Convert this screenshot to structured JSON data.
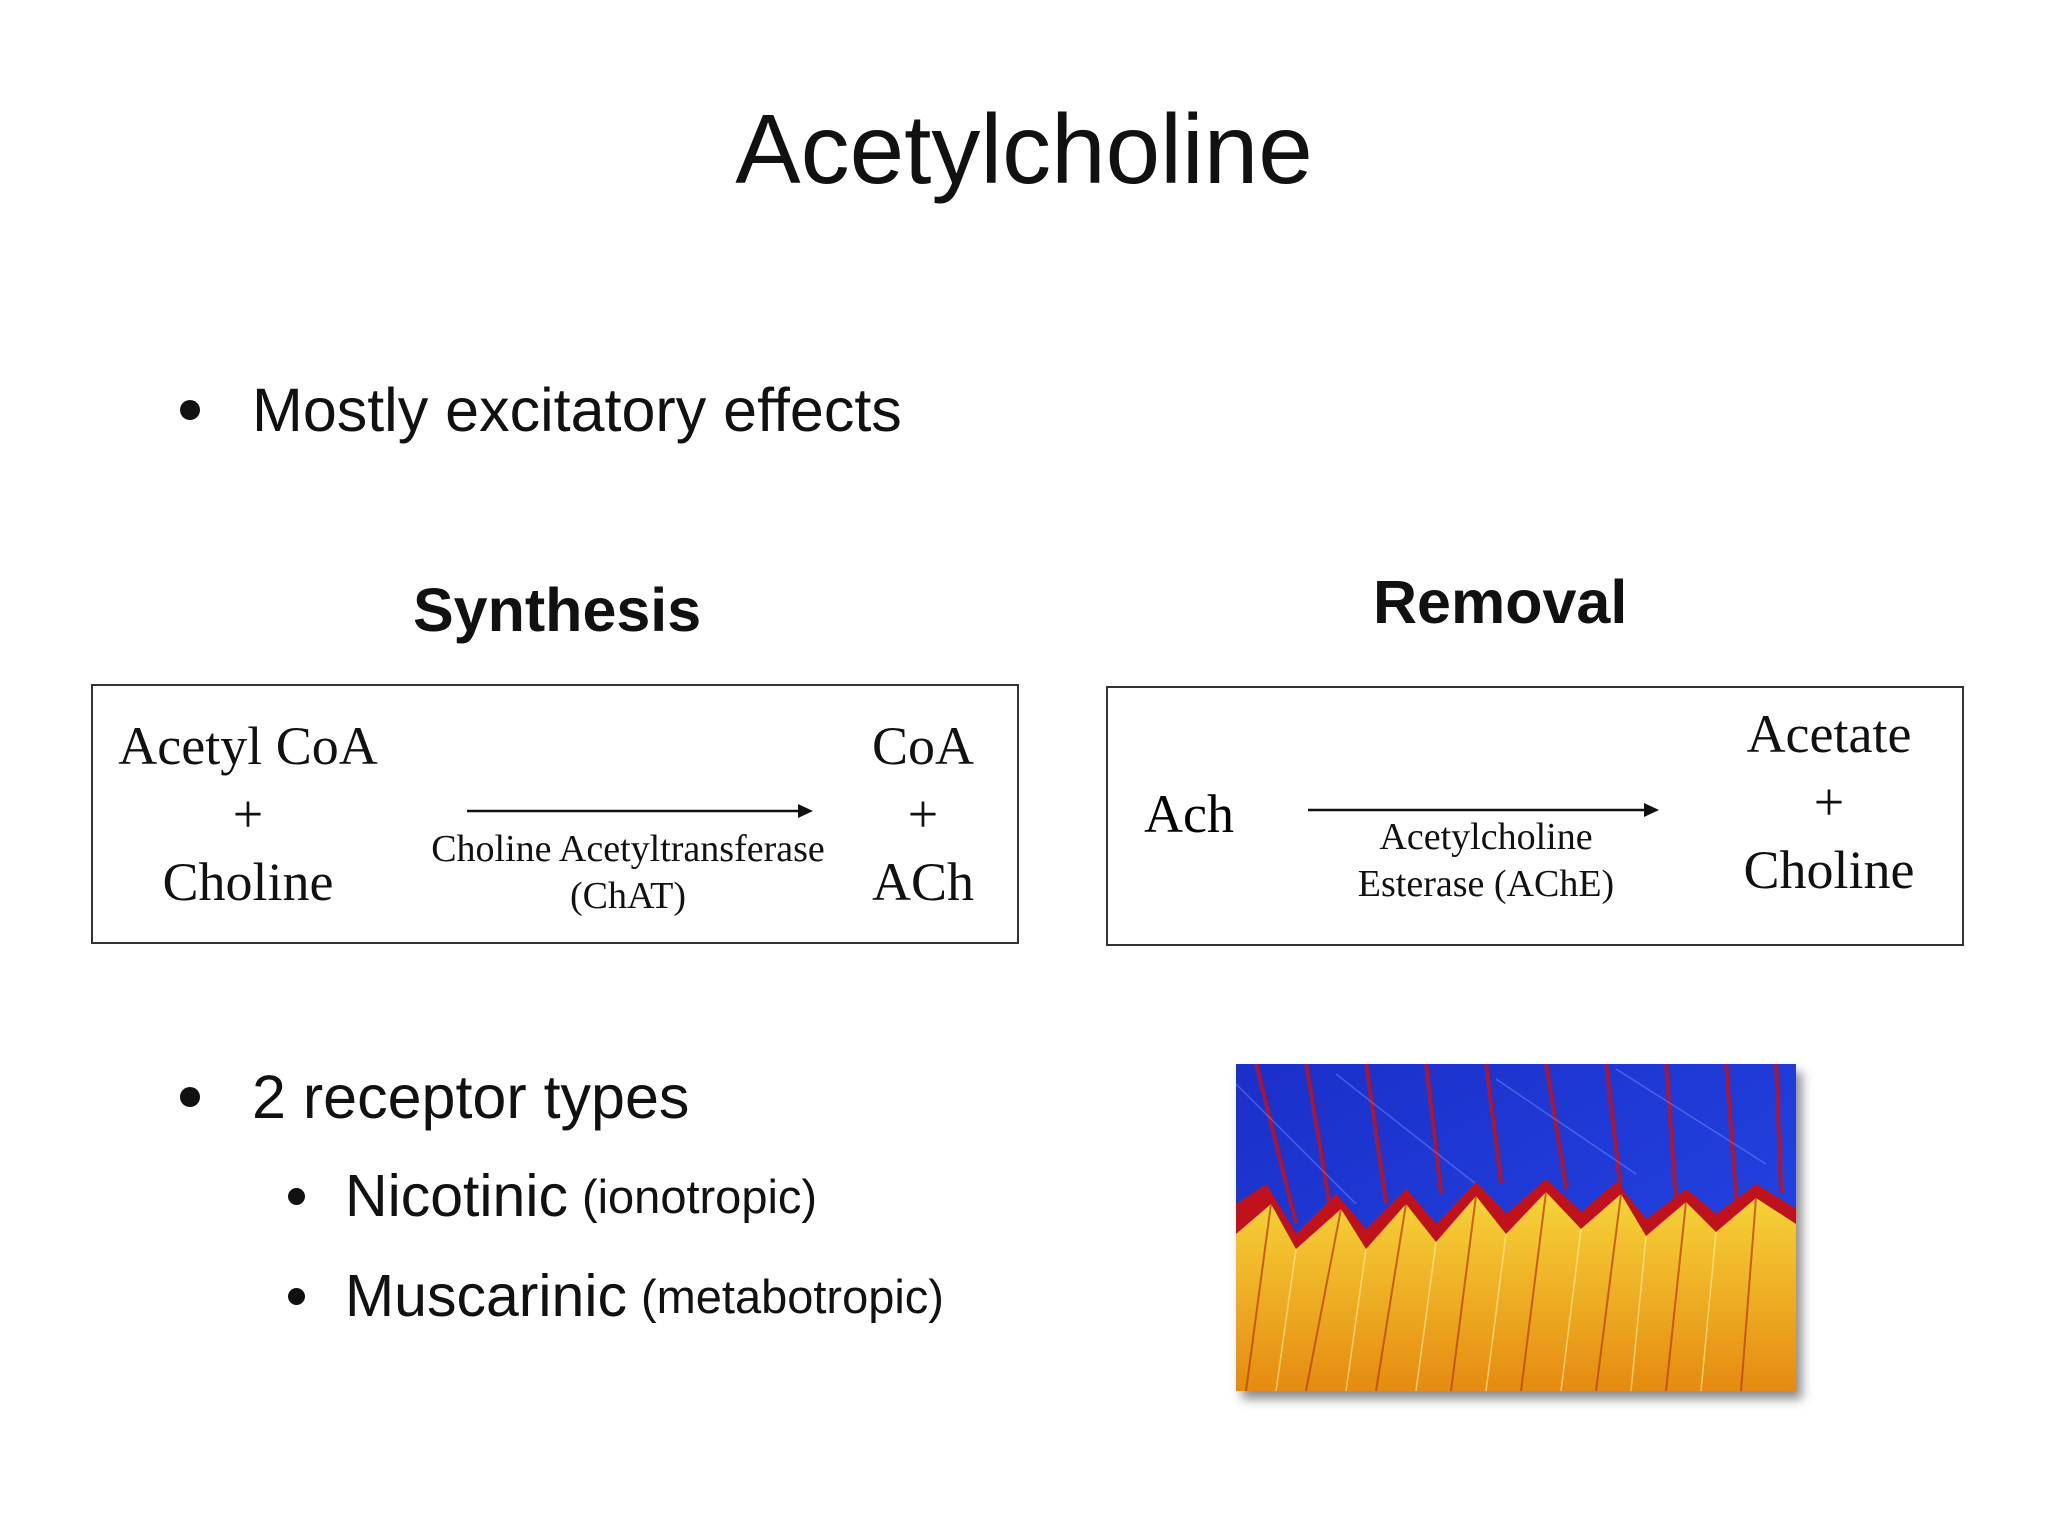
{
  "title": "Acetylcholine",
  "bullet1": "Mostly excitatory effects",
  "synthesis": {
    "heading": "Synthesis",
    "left_top": "Acetyl CoA",
    "left_plus": "+",
    "left_bottom": "Choline",
    "enzyme_line1": "Choline Acetyltransferase",
    "enzyme_line2": "(ChAT)",
    "right_top": "CoA",
    "right_plus": "+",
    "right_bottom": "ACh"
  },
  "removal": {
    "heading": "Removal",
    "left": "Ach",
    "enzyme_line1": "Acetylcholine",
    "enzyme_line2": "Esterase (AChE)",
    "right_top": "Acetate",
    "right_plus": "+",
    "right_bottom": "Choline"
  },
  "bullet2": "2 receptor types",
  "receptors": [
    {
      "name": "Nicotinic",
      "note": "(ionotropic)"
    },
    {
      "name": "Muscarinic",
      "note": "(metabotropic)"
    }
  ],
  "image": {
    "subject": "micrograph-crystals",
    "colors": [
      "#1f3ad8",
      "#c0121c",
      "#f2c21a",
      "#e88a12"
    ]
  }
}
